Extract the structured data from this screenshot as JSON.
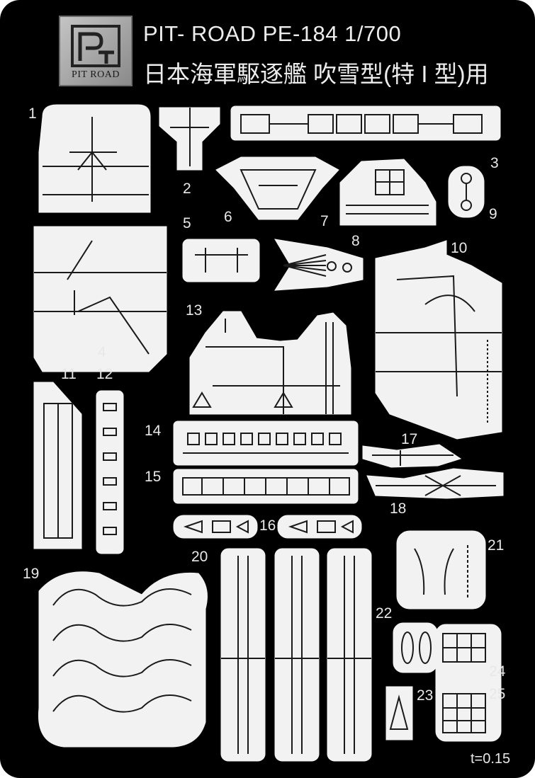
{
  "header": {
    "logo_text": "PIT ROAD",
    "title_line1": "PIT- ROAD PE-184   1/700",
    "title_line2": "日本海軍駆逐艦  吹雪型(特 I 型)用"
  },
  "part_labels": {
    "p1": "1",
    "p2": "2",
    "p3": "3",
    "p4": "4",
    "p5": "5",
    "p6": "6",
    "p7": "7",
    "p8": "8",
    "p9": "9",
    "p10": "10",
    "p11": "11",
    "p12": "12",
    "p13": "13",
    "p14": "14",
    "p15": "15",
    "p16": "16",
    "p17": "17",
    "p18": "18",
    "p19": "19",
    "p20": "20",
    "p21": "21",
    "p22": "22",
    "p23": "23",
    "p24": "24",
    "p25": "25"
  },
  "thickness_label": "t=0.15",
  "colors": {
    "sheet_background": "#000000",
    "part_metal": "#f2f2f2",
    "etched_detail": "#1a1a1a",
    "logo_plate": "#a8a8a8"
  }
}
